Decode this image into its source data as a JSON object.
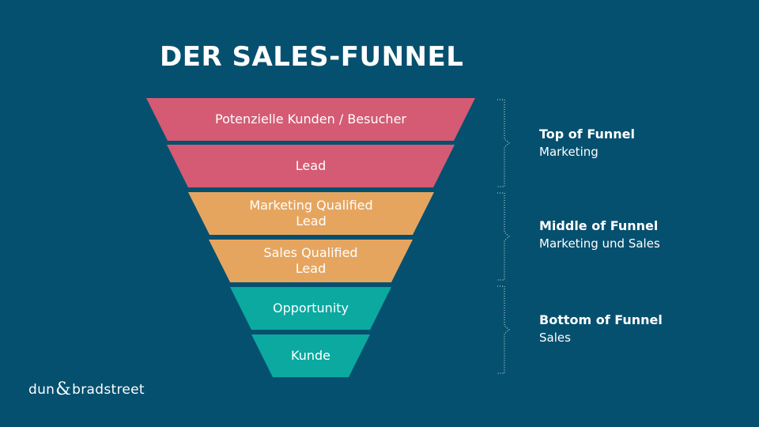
{
  "title": "DER SALES-FUNNEL",
  "stages": [
    {
      "label": "Potenzielle Kunden / Besucher"
    },
    {
      "label": "Lead"
    },
    {
      "label": "Marketing Qualified\nLead"
    },
    {
      "label": "Sales Qualified\nLead"
    },
    {
      "label": "Opportunity"
    },
    {
      "label": "Kunde"
    }
  ],
  "groups": [
    {
      "head": "Top of Funnel",
      "sub": "Marketing"
    },
    {
      "head": "Middle of Funnel",
      "sub": "Marketing und Sales"
    },
    {
      "head": "Bottom of Funnel",
      "sub": "Sales"
    }
  ],
  "logo": {
    "left": "dun",
    "right": "bradstreet"
  },
  "colors": {
    "background": "#06506f",
    "top": "#d45b73",
    "middle": "#e6a55f",
    "bottom": "#0ba9a0"
  }
}
